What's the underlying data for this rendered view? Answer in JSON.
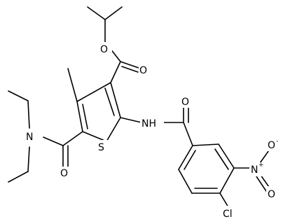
{
  "molecule": {
    "atom_labels": {
      "ester_o1": "O",
      "ester_o2": "O",
      "amide_o": "O",
      "amide2_o": "O",
      "amide_n": "N",
      "nh": "NH",
      "thiophene_s": "S",
      "nitro_n": "N",
      "nitro_n_charge": "+",
      "nitro_o": "O",
      "nitro_o_charge": "-",
      "nitro_o2": "O",
      "cl": "Cl"
    }
  },
  "colors": {
    "bond": "#000000",
    "background": "#ffffff",
    "label": "#000000"
  }
}
